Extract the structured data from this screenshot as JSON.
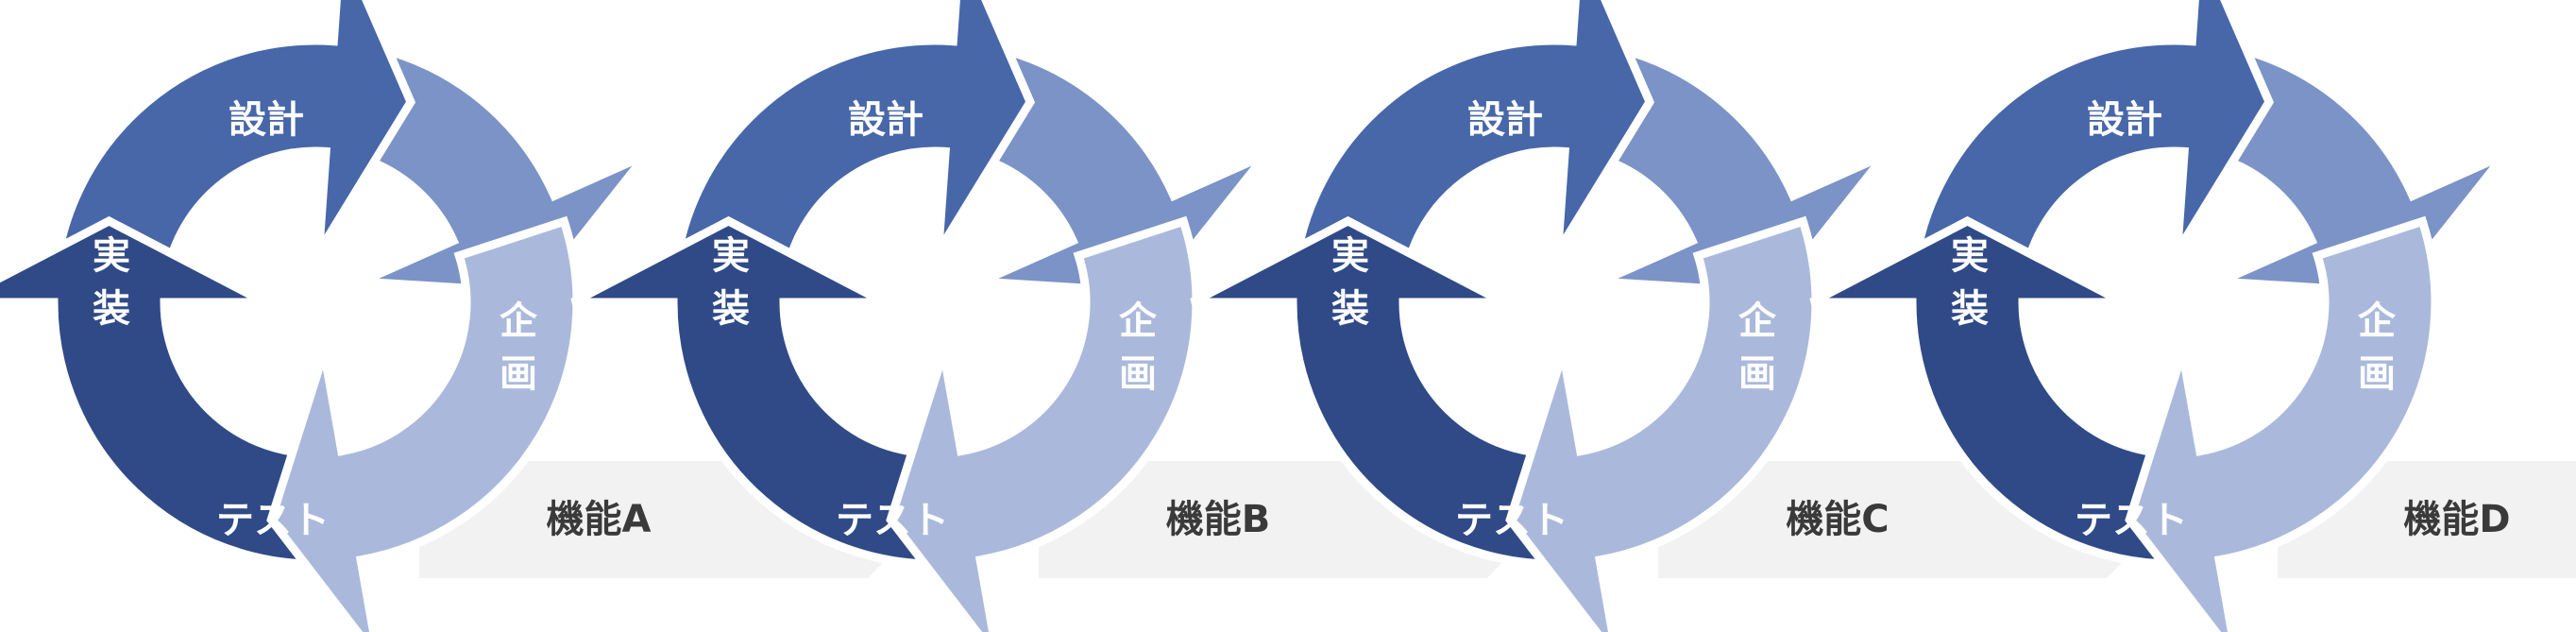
{
  "stages": {
    "design": "設計",
    "implement": "実装",
    "test": "テスト",
    "plan": "企画"
  },
  "colors": {
    "design": "#7b93c6",
    "implement": "#4767a9",
    "test": "#2f4a87",
    "plan": "#aab9db",
    "tag": "#f2f2f2",
    "tag_text": "#3a3a3a"
  },
  "cycles": [
    {
      "feature": "機能A"
    },
    {
      "feature": "機能B"
    },
    {
      "feature": "機能C"
    },
    {
      "feature": "機能D"
    }
  ]
}
